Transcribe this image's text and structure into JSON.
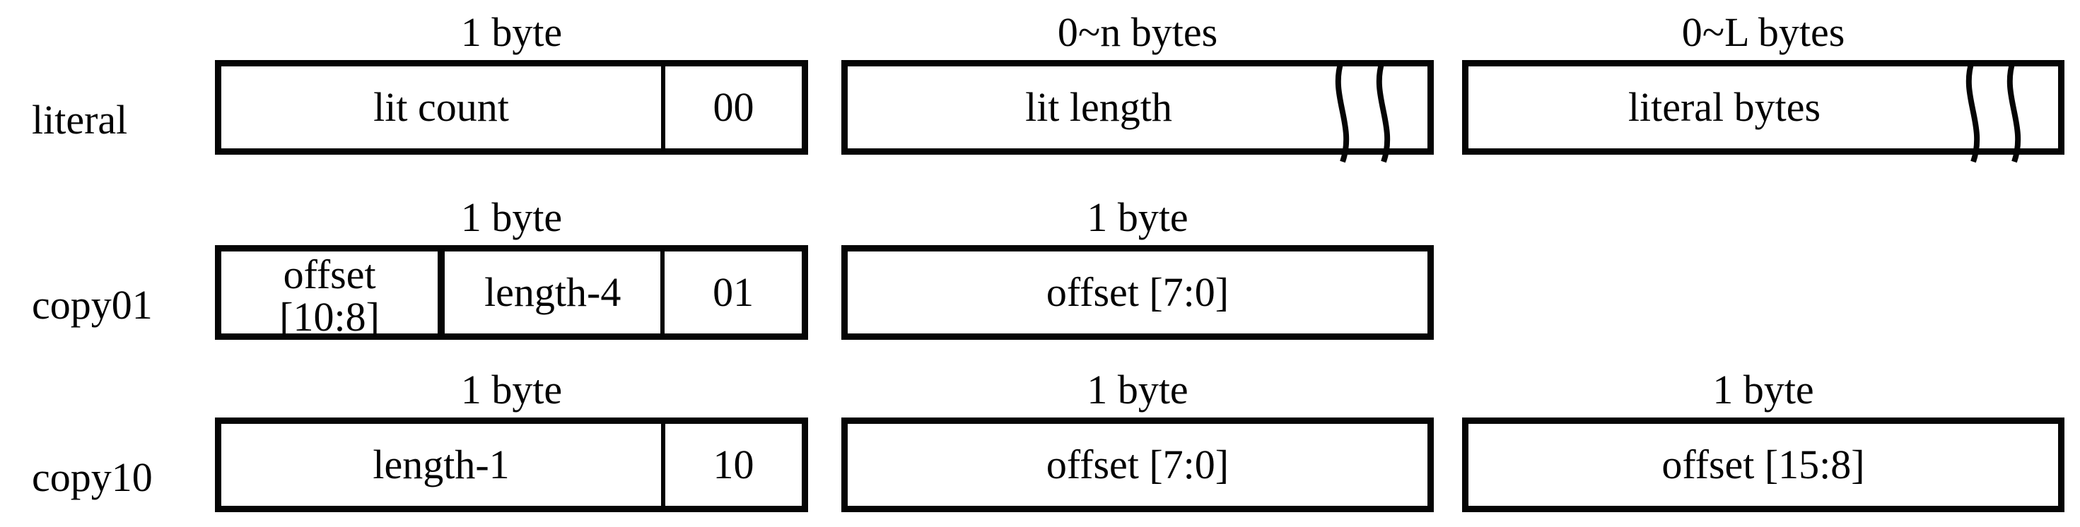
{
  "diagram": {
    "description": "Byte layout encoding formats for literal and copy commands",
    "colors": {
      "ink": "#050505",
      "background": "#ffffff"
    },
    "rows": [
      {
        "label": "literal",
        "groups": [
          {
            "size_label": "1 byte",
            "segments": [
              {
                "text": "lit count"
              },
              {
                "text": "00"
              }
            ]
          },
          {
            "size_label": "0~n bytes",
            "segments": [
              {
                "text": "lit length"
              }
            ],
            "torn": true
          },
          {
            "size_label": "0~L bytes",
            "segments": [
              {
                "text": "literal bytes"
              }
            ],
            "torn": true
          }
        ]
      },
      {
        "label": "copy01",
        "groups": [
          {
            "size_label": "1 byte",
            "segments": [
              {
                "line1": "offset",
                "line2": "[10:8]"
              },
              {
                "text": "length-4"
              },
              {
                "text": "01"
              }
            ]
          },
          {
            "size_label": "1 byte",
            "segments": [
              {
                "text": "offset [7:0]"
              }
            ]
          }
        ]
      },
      {
        "label": "copy10",
        "groups": [
          {
            "size_label": "1 byte",
            "segments": [
              {
                "text": "length-1"
              },
              {
                "text": "10"
              }
            ]
          },
          {
            "size_label": "1 byte",
            "segments": [
              {
                "text": "offset [7:0]"
              }
            ]
          },
          {
            "size_label": "1 byte",
            "segments": [
              {
                "text": "offset [15:8]"
              }
            ]
          }
        ]
      }
    ]
  }
}
